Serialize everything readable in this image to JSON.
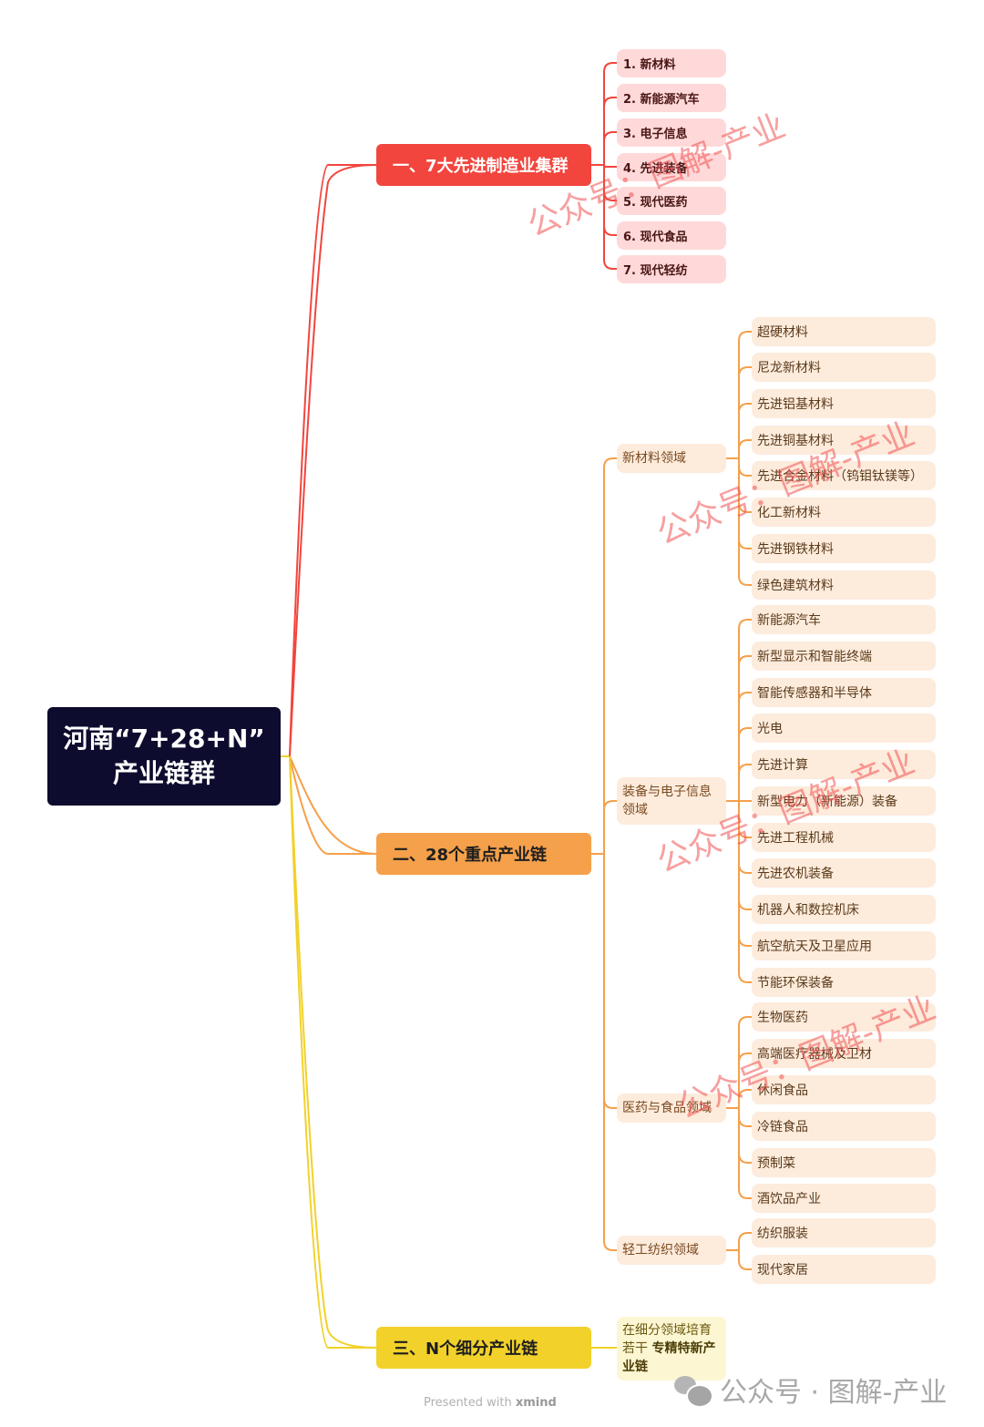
{
  "root": {
    "line1": "河南“7+28+N”",
    "line2": "产业链群"
  },
  "branches": [
    {
      "label": "一、7大先进制造业集群",
      "color": "#f2453d",
      "children": [
        "1. 新材料",
        "2. 新能源汽车",
        "3. 电子信息",
        "4. 先进装备",
        "5. 现代医药",
        "6. 现代食品",
        "7. 现代轻纺"
      ]
    },
    {
      "label": "二、28个重点产业链",
      "color": "#f5a04a",
      "groups": [
        {
          "label": "新材料领域",
          "children": [
            "超硬材料",
            "尼龙新材料",
            "先进铝基材料",
            "先进铜基材料",
            "先进合金材料（钨钼钛镁等）",
            "化工新材料",
            "先进钢铁材料",
            "绿色建筑材料"
          ]
        },
        {
          "label": "装备与电子信息领域",
          "children": [
            "新能源汽车",
            "新型显示和智能终端",
            "智能传感器和半导体",
            "光电",
            "先进计算",
            "新型电力（新能源）装备",
            "先进工程机械",
            "先进农机装备",
            "机器人和数控机床",
            "航空航天及卫星应用",
            "节能环保装备"
          ]
        },
        {
          "label": "医药与食品领域",
          "children": [
            "生物医药",
            "高端医疗器械及卫材",
            "休闲食品",
            "冷链食品",
            "预制菜",
            "酒饮品产业"
          ]
        },
        {
          "label": "轻工纺织领域",
          "children": [
            "纺织服装",
            "现代家居"
          ]
        }
      ]
    },
    {
      "label": "三、N个细分产业链",
      "color": "#f2d12a",
      "note": {
        "plain": "在细分领域培育若干 ",
        "bold": "专精特新产业链"
      }
    }
  ],
  "watermark": "公众号：图解-产业",
  "footer": {
    "prefix": "Presented with ",
    "brand": "xmind"
  },
  "account": "公众号 · 图解-产业"
}
